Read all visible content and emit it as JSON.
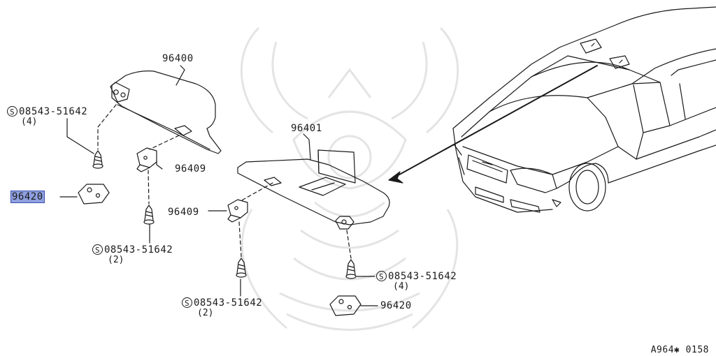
{
  "parts": {
    "visor_rh": "96400",
    "visor_lh": "96401",
    "holder_upper": "96409",
    "holder_lower": "96409",
    "clip_left": "96420",
    "clip_right": "96420"
  },
  "screws": {
    "upper_left": {
      "symbol": "S",
      "number": "08543-51642",
      "qty": "(4)"
    },
    "middle": {
      "symbol": "S",
      "number": "08543-51642",
      "qty": "(2)"
    },
    "lower": {
      "symbol": "S",
      "number": "08543-51642",
      "qty": "(2)"
    },
    "right": {
      "symbol": "S",
      "number": "08543-51642",
      "qty": "(4)"
    }
  },
  "diagram_code": "A964✱ 0158",
  "colors": {
    "line": "#1a1a1a",
    "highlight": "#8fa0e0",
    "watermark": "#e6e6e6"
  }
}
